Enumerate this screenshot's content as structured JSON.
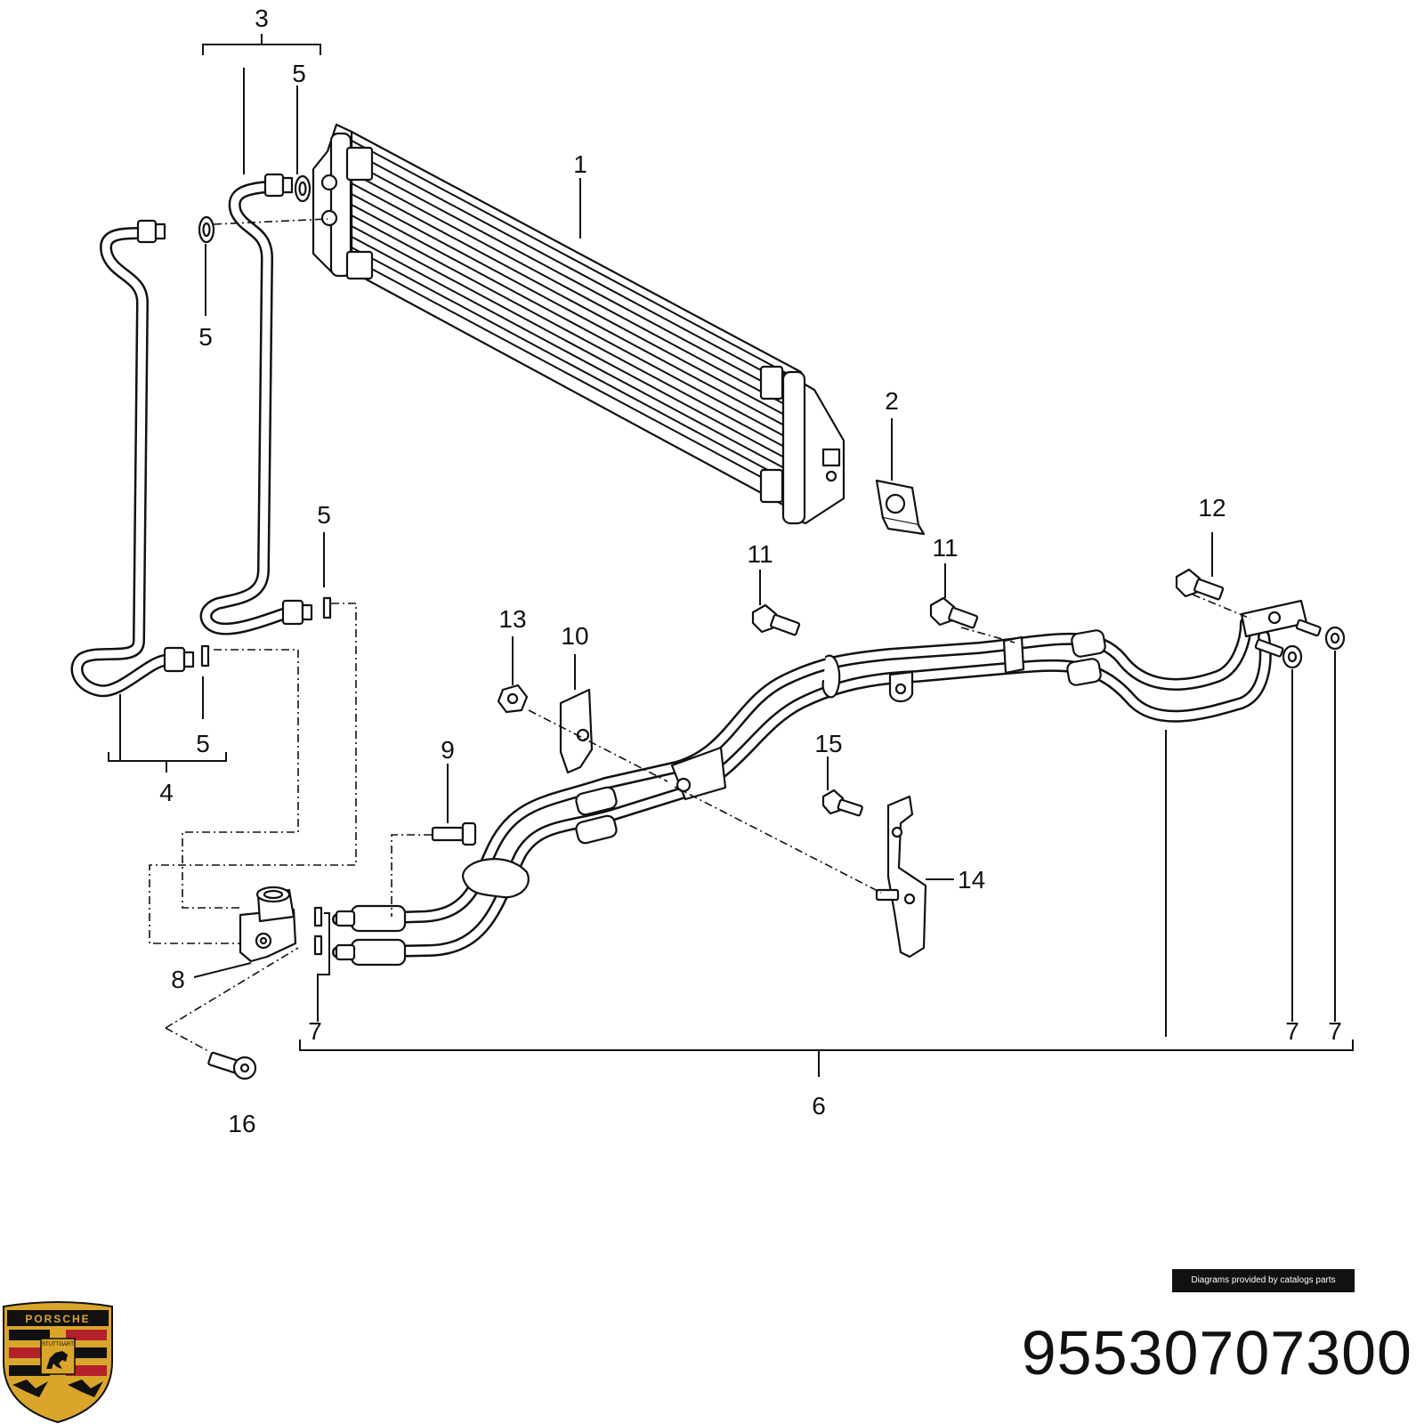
{
  "diagram": {
    "callouts": {
      "c1": "1",
      "c2": "2",
      "c3": "3",
      "c4": "4",
      "c5a": "5",
      "c5b": "5",
      "c5c": "5",
      "c5d": "5",
      "c6": "6",
      "c7a": "7",
      "c7b": "7",
      "c7c": "7",
      "c8": "8",
      "c9": "9",
      "c10": "10",
      "c11a": "11",
      "c11b": "11",
      "c12": "12",
      "c13": "13",
      "c14": "14",
      "c15": "15",
      "c16": "16"
    }
  },
  "footer": {
    "credit": "Diagrams provided by catalogs parts",
    "part_number": "95530707300"
  },
  "logo": {
    "brand": "PORSCHE",
    "city": "STUTTGART",
    "colors": {
      "gold": "#d9a62b",
      "red": "#b3202a",
      "black": "#111111"
    }
  }
}
